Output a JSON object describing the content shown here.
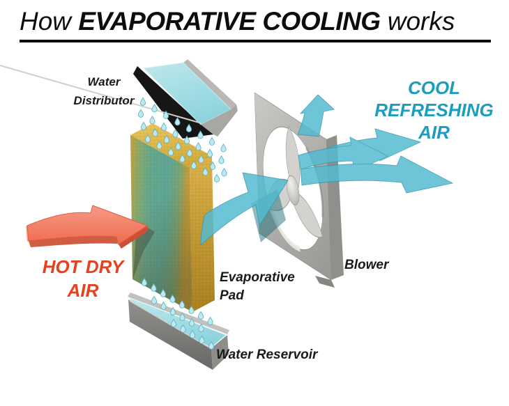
{
  "title": {
    "prefix": "How ",
    "emphasis": "EVAPORATIVE COOLING",
    "suffix": " works"
  },
  "labels": {
    "water_distributor": {
      "line1": "Water",
      "line2": "Distributor"
    },
    "cool_air": {
      "line1": "COOL",
      "line2": "REFRESHING",
      "line3": "AIR"
    },
    "hot_air": {
      "line1": "HOT DRY",
      "line2": "AIR"
    },
    "evaporative_pad": {
      "line1": "Evaporative",
      "line2": "Pad"
    },
    "blower": "Blower",
    "water_reservoir": "Water Reservoir"
  },
  "colors": {
    "cool-text": "#1b9dbe",
    "hot-text": "#e8401c",
    "arrow-cyan": "#53bbd1",
    "arrow-cyan-dark": "#2e98ad",
    "arrow-red": "#f1765e",
    "pad-gold": "#cda136",
    "pad-teal": "#5aa496",
    "water": "#a9dee5",
    "metal": "#b3b2af",
    "droplet": "#bfe9ee",
    "ink": "#111111"
  }
}
